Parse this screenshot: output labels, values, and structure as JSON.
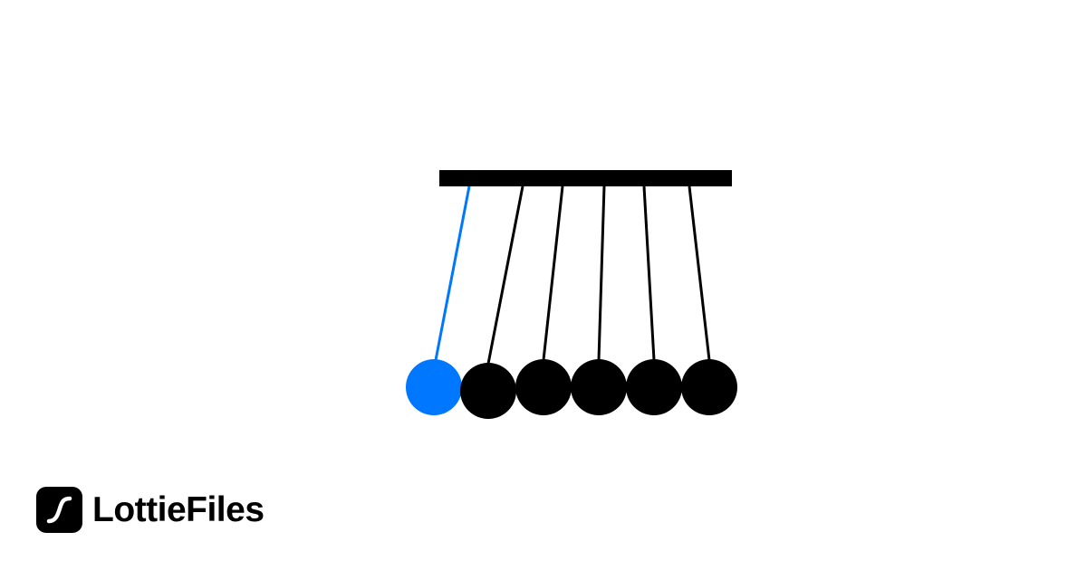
{
  "brand": {
    "name": "LottieFiles",
    "icon": "lottie-curve-icon"
  },
  "illustration": {
    "subject": "newtons-cradle",
    "ball_count": 6,
    "colors": {
      "highlight": "#0077FF",
      "default": "#000000",
      "background": "#FFFFFF"
    }
  }
}
